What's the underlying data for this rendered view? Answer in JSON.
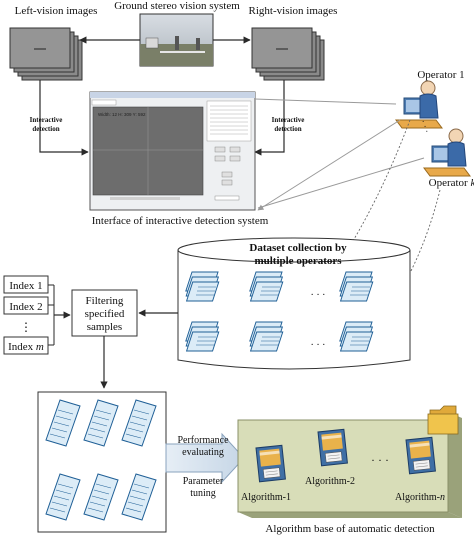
{
  "stereo": {
    "left_label": "Left-vision images",
    "center_label": "Ground stereo vision system",
    "right_label": "Right-vision images",
    "left_detect": [
      "Interactive",
      "detection"
    ],
    "right_detect": [
      "Interactive",
      "detection"
    ]
  },
  "interface": {
    "caption": "Interface of interactive detection system",
    "readout": "Width: 12  H: 309  Y: 592"
  },
  "operators": {
    "op1": "Operator 1",
    "dots": "·  ·  ·",
    "opk_prefix": "Operator ",
    "opk_var": "k"
  },
  "dataset": {
    "title": [
      "Dataset collection by",
      "multiple operators"
    ],
    "ellipsis": "· · ·"
  },
  "indices": {
    "items": [
      "Index 1",
      "Index 2"
    ],
    "vdots": "⋮",
    "last_prefix": "Index ",
    "last_var": "m"
  },
  "filter": {
    "label": [
      "Filtering",
      "specified",
      "samples"
    ]
  },
  "evaluation": {
    "perf": [
      "Performance",
      "evaluating"
    ],
    "param": [
      "Parameter",
      "tuning"
    ]
  },
  "algorithms": {
    "items": [
      "Algorithm-1",
      "Algorithm-2"
    ],
    "last_prefix": "Algorithm-",
    "last_var": "n",
    "ellipsis": "· · ·",
    "caption": "Algorithm base of automatic detection"
  },
  "colors": {
    "arrow": "#2a2a2a",
    "panel": "#d8ddb8",
    "doc_fill": "#dcecf7",
    "doc_stroke": "#1f5f96",
    "folder": "#f0c44c",
    "screen": "#6d6d6d",
    "photo_sky": "#c9cfd6",
    "photo_ground": "#7a7f68"
  }
}
